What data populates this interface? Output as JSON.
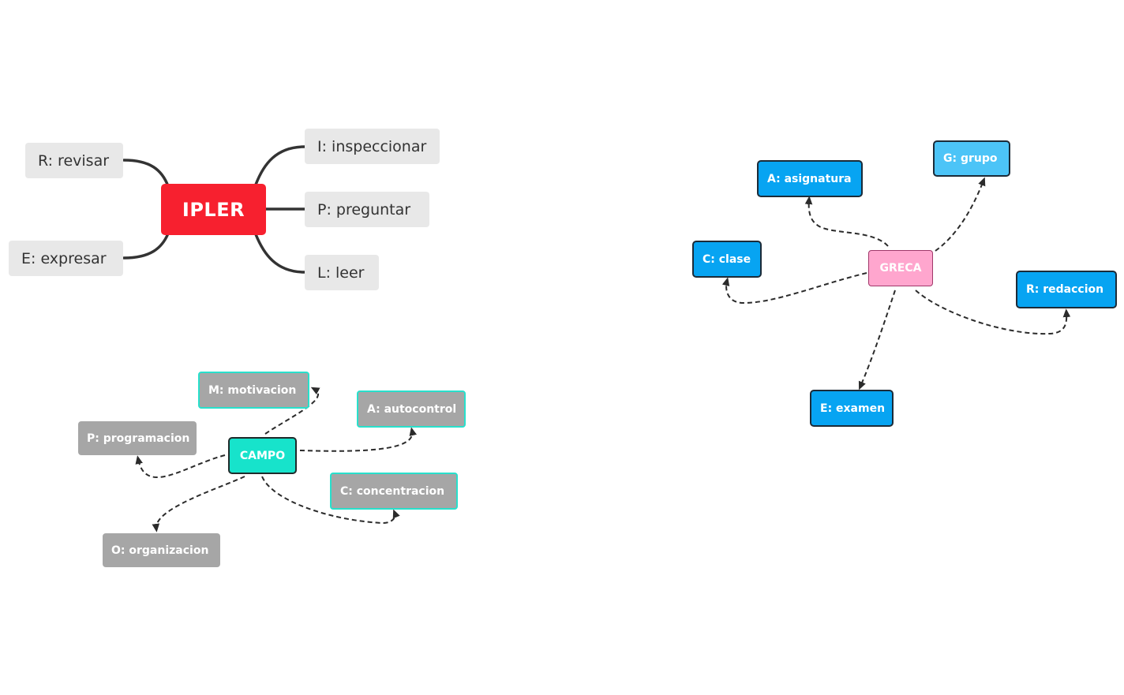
{
  "ipler": {
    "root": "IPLER",
    "children": [
      "R: revisar",
      "E: expresar",
      "I: inspeccionar",
      "P: preguntar",
      "L: leer"
    ]
  },
  "campo": {
    "root": "CAMPO",
    "children": [
      "M: motivacion",
      "A: autocontrol",
      "P: programacion",
      "C: concentracion",
      "O: organizacion"
    ]
  },
  "greca": {
    "root": "GRECA",
    "children": [
      "A: asignatura",
      "G: grupo",
      "C: clase",
      "R: redaccion",
      "E: examen"
    ]
  },
  "colors": {
    "ipler_root": "#f7202f",
    "campo_root": "#17e3cb",
    "greca_root": "#ffa6ce",
    "greca_leaf": "#07a4f2",
    "campo_leaf": "#a6a6a6",
    "ipler_leaf": "#e8e8e8"
  }
}
